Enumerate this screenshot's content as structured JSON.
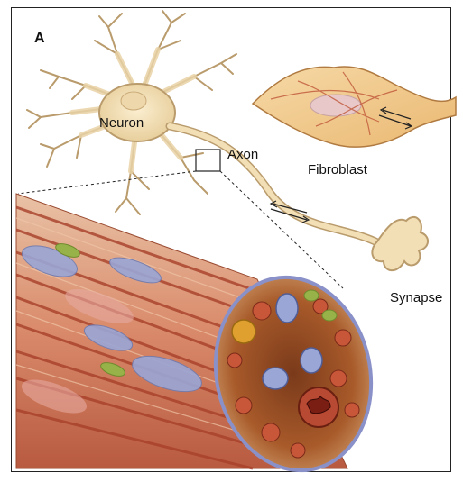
{
  "figure": {
    "panel_letter": "A",
    "labels": {
      "neuron": "Neuron",
      "axon": "Axon",
      "fibroblast": "Fibroblast",
      "synapse": "Synapse"
    },
    "colors": {
      "cell_body": "#f2dfb6",
      "cell_outline": "#b99b6c",
      "fibroblast_fill": "#f3c98c",
      "nucleus": "#e8c8c8",
      "muscle_red": "#c8573a",
      "muscle_dark": "#8a2b1c",
      "vessel_blue": "#9aa6d6",
      "fat_green": "#98b24a",
      "nerve_gold": "#e0a030"
    }
  }
}
